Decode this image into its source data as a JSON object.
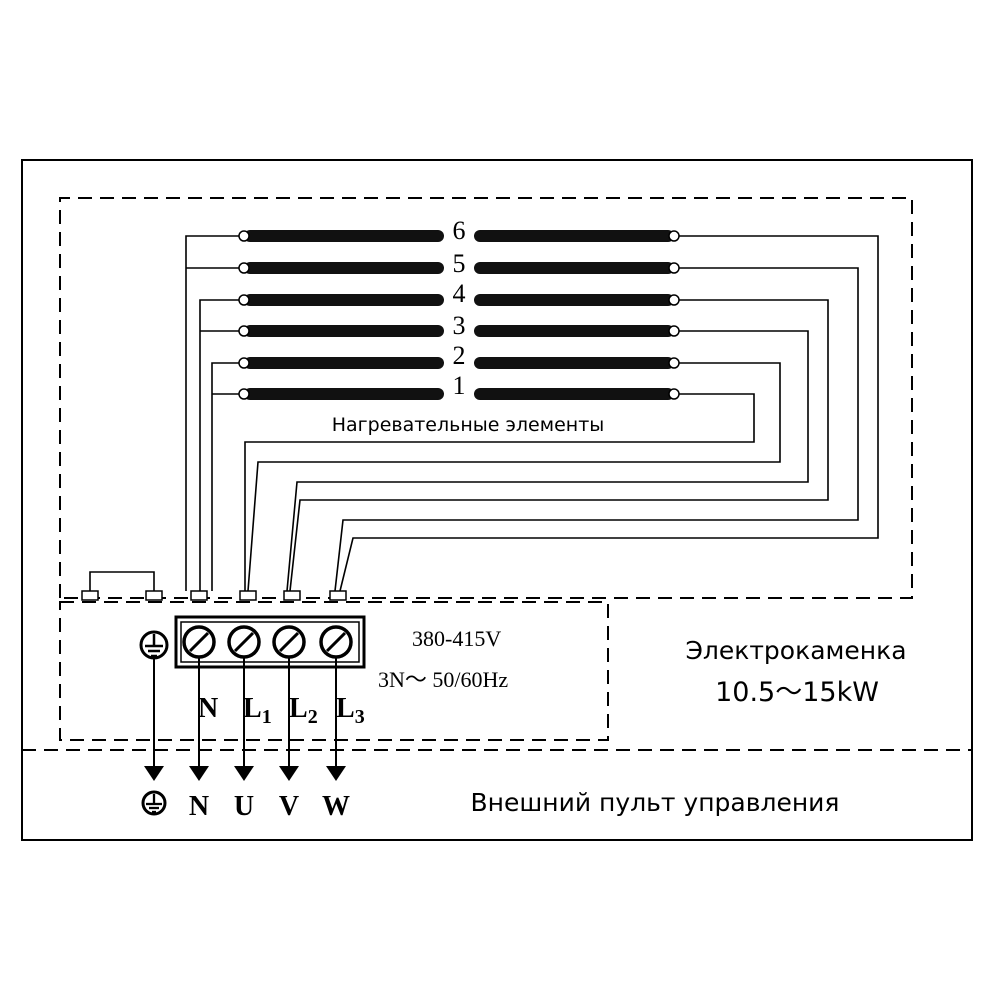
{
  "heater_label": "Нагревательные элементы",
  "elements": [
    "1",
    "2",
    "3",
    "4",
    "5",
    "6"
  ],
  "voltage_line1": "380-415V",
  "voltage_line2": "3N～ 50/60Hz",
  "terminal_labels": {
    "N": "N",
    "L1_main": "L",
    "L1_sub": "1",
    "L2_main": "L",
    "L2_sub": "2",
    "L3_main": "L",
    "L3_sub": "3"
  },
  "output_labels": [
    "N",
    "U",
    "V",
    "W"
  ],
  "product_name": "Электрокаменка",
  "power_range": "10.5～15kW",
  "control_panel_label": "Внешний пульт управления",
  "ground_icon": "ground-icon"
}
